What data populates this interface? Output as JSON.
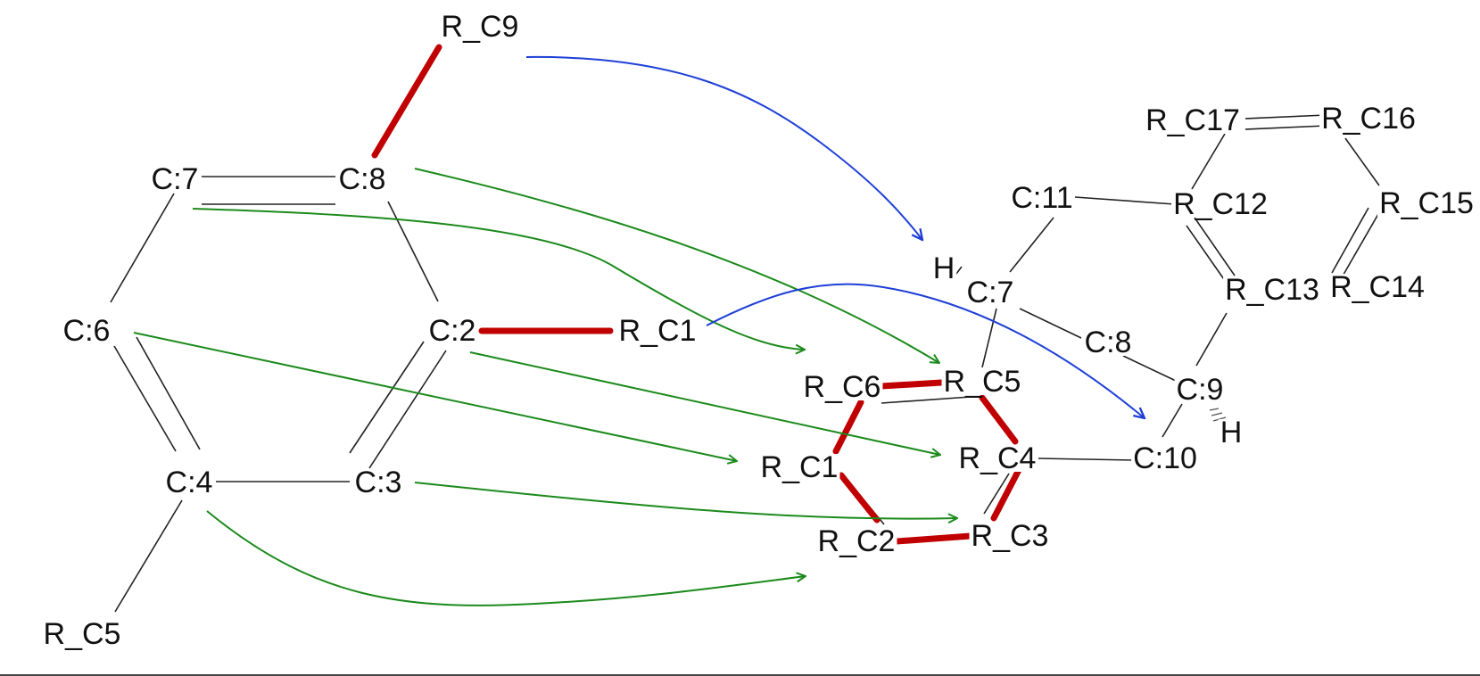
{
  "colors": {
    "background": "#ffffff",
    "bond": "#222222",
    "highlight_bond": "#c00000",
    "mapping_arrow": "#1b8a1b",
    "reactive_arrow": "#1e3fd6"
  },
  "left_molecule": {
    "atoms": [
      {
        "id": "r_c9",
        "label": "R_C9"
      },
      {
        "id": "c7",
        "label": "C:7"
      },
      {
        "id": "c8",
        "label": "C:8"
      },
      {
        "id": "c6",
        "label": "C:6"
      },
      {
        "id": "c2",
        "label": "C:2"
      },
      {
        "id": "r_c1",
        "label": "R_C1"
      },
      {
        "id": "c4",
        "label": "C:4"
      },
      {
        "id": "c3",
        "label": "C:3"
      },
      {
        "id": "r_c5",
        "label": "R_C5"
      }
    ]
  },
  "right_molecule": {
    "atoms": [
      {
        "id": "r_c17",
        "label": "R_C17"
      },
      {
        "id": "r_c16",
        "label": "R_C16"
      },
      {
        "id": "c11",
        "label": "C:11"
      },
      {
        "id": "r_c12",
        "label": "R_C12"
      },
      {
        "id": "r_c15",
        "label": "R_C15"
      },
      {
        "id": "h_top",
        "label": "H"
      },
      {
        "id": "rc7",
        "label": "C:7"
      },
      {
        "id": "r_c13",
        "label": "R_C13"
      },
      {
        "id": "r_c14",
        "label": "R_C14"
      },
      {
        "id": "rc8",
        "label": "C:8"
      },
      {
        "id": "r_c6",
        "label": "R_C6"
      },
      {
        "id": "r_c5b",
        "label": "R_C5"
      },
      {
        "id": "rc9",
        "label": "C:9"
      },
      {
        "id": "h_bottom",
        "label": "H"
      },
      {
        "id": "r_c1b",
        "label": "R_C1"
      },
      {
        "id": "r_c4",
        "label": "R_C4"
      },
      {
        "id": "c10",
        "label": "C:10"
      },
      {
        "id": "r_c2",
        "label": "R_C2"
      },
      {
        "id": "r_c3",
        "label": "R_C3"
      }
    ]
  }
}
